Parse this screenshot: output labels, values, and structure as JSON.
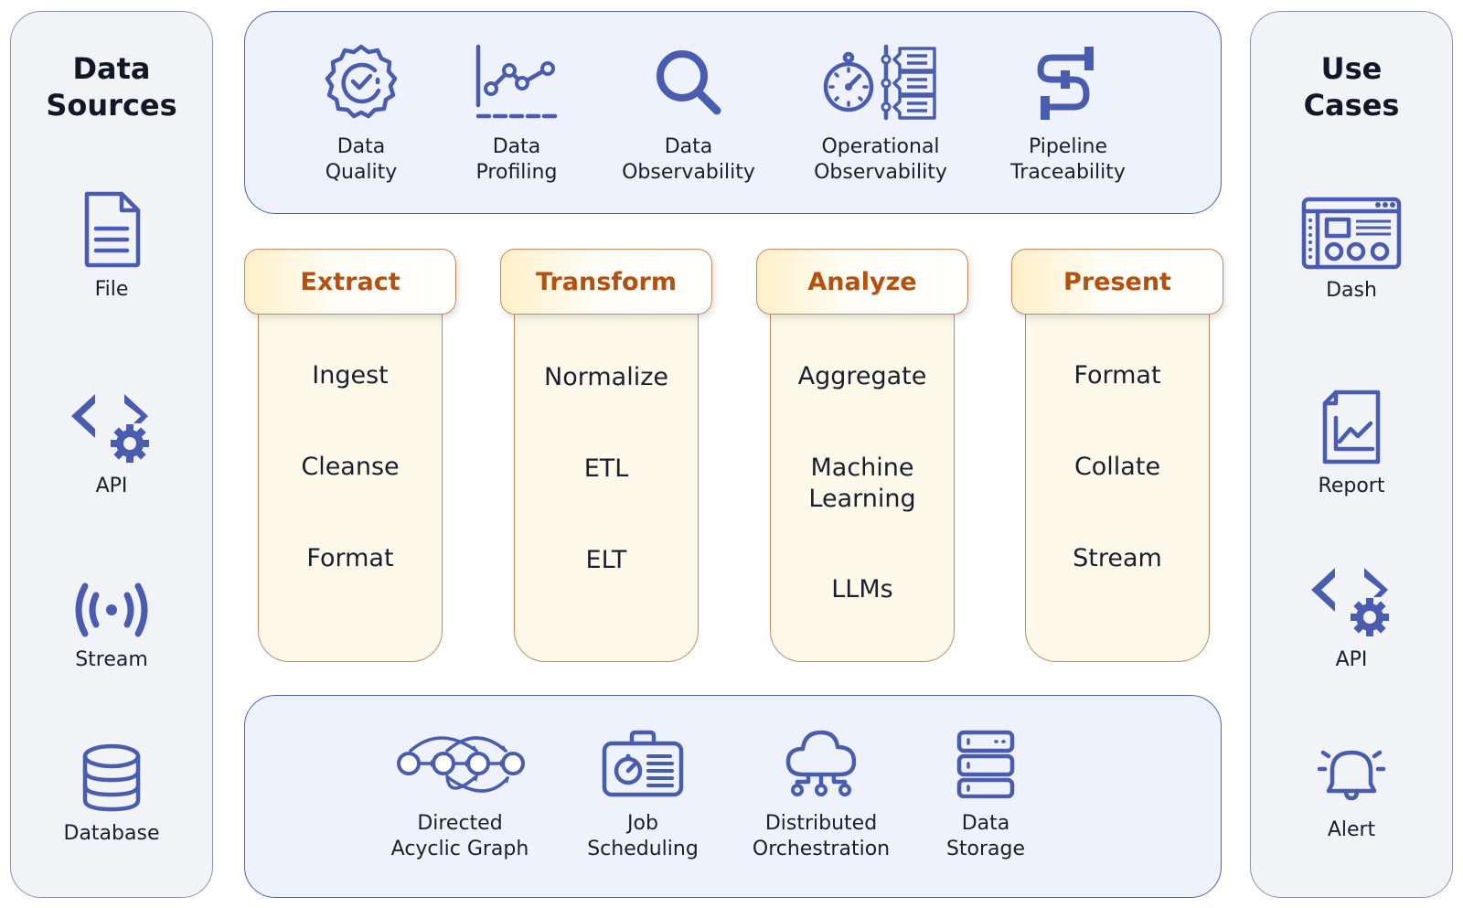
{
  "colors": {
    "icon": "#4a5cb0",
    "stage_title": "#b4510f",
    "stage_border": "#c9875a",
    "stage_fill": "#fdf9ea",
    "band_fill": "#eef2fd",
    "panel_fill": "#f2f3f6"
  },
  "data_sources": {
    "title_line1": "Data",
    "title_line2": "Sources",
    "items": [
      {
        "label": "File",
        "icon": "file-icon"
      },
      {
        "label": "API",
        "icon": "api-gear-icon"
      },
      {
        "label": "Stream",
        "icon": "broadcast-icon"
      },
      {
        "label": "Database",
        "icon": "database-icon"
      }
    ]
  },
  "use_cases": {
    "title_line1": "Use",
    "title_line2": "Cases",
    "items": [
      {
        "label": "Dash",
        "icon": "dashboard-icon"
      },
      {
        "label": "Report",
        "icon": "report-chart-icon"
      },
      {
        "label": "API",
        "icon": "api-gear-icon"
      },
      {
        "label": "Alert",
        "icon": "bell-alert-icon"
      }
    ]
  },
  "top_band": {
    "items": [
      {
        "line1": "Data",
        "line2": "Quality",
        "icon": "quality-badge-icon"
      },
      {
        "line1": "Data",
        "line2": "Profiling",
        "icon": "line-chart-icon"
      },
      {
        "line1": "Data",
        "line2": "Observability",
        "icon": "magnifier-icon"
      },
      {
        "line1": "Operational",
        "line2": "Observability",
        "icon": "stopwatch-timeline-icon"
      },
      {
        "line1": "Pipeline",
        "line2": "Traceability",
        "icon": "pipeline-s-icon"
      }
    ]
  },
  "stages": [
    {
      "title": "Extract",
      "steps": [
        "Ingest",
        "Cleanse",
        "Format"
      ]
    },
    {
      "title": "Transform",
      "steps": [
        "Normalize",
        "ETL",
        "ELT"
      ]
    },
    {
      "title": "Analyze",
      "steps": [
        "Aggregate",
        "Machine",
        "Learning",
        "LLMs"
      ]
    },
    {
      "title": "Present",
      "steps": [
        "Format",
        "Collate",
        "Stream"
      ]
    }
  ],
  "bottom_band": {
    "items": [
      {
        "line1": "Directed",
        "line2": "Acyclic Graph",
        "icon": "dag-icon"
      },
      {
        "line1": "Job",
        "line2": "Scheduling",
        "icon": "job-schedule-icon"
      },
      {
        "line1": "Distributed",
        "line2": "Orchestration",
        "icon": "cloud-network-icon"
      },
      {
        "line1": "Data",
        "line2": "Storage",
        "icon": "server-storage-icon"
      }
    ]
  }
}
